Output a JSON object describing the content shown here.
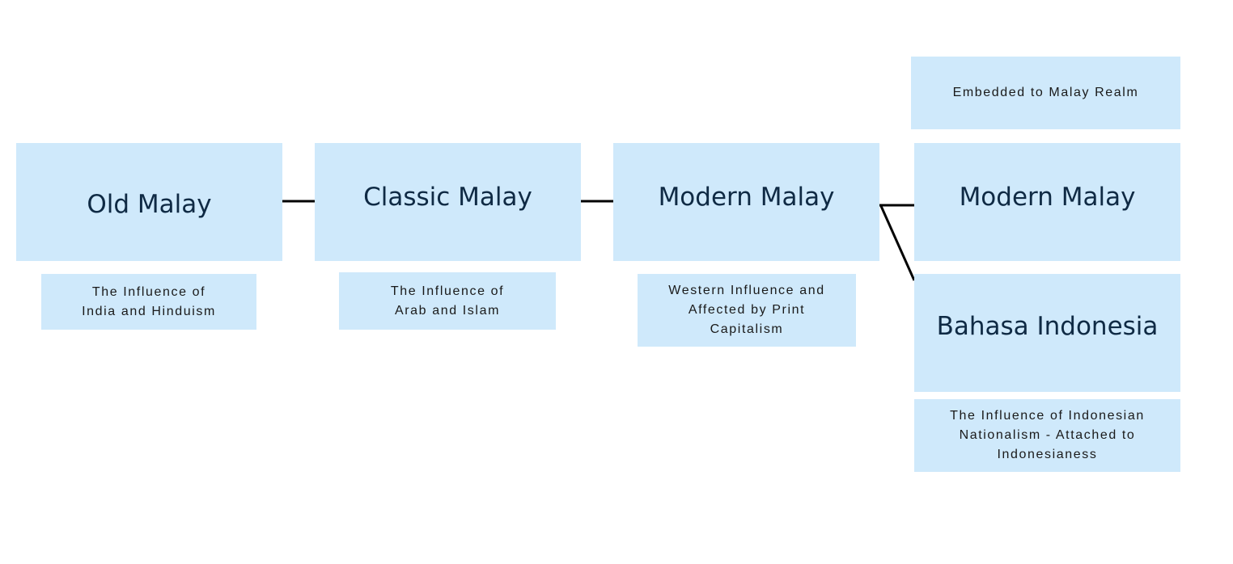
{
  "nodes": {
    "old_malay": {
      "label": "Old Malay"
    },
    "classic_malay": {
      "label": "Classic Malay"
    },
    "modern_malay": {
      "label": "Modern Malay"
    },
    "modern_malay_branch": {
      "label": "Modern Malay"
    },
    "bahasa_indonesia": {
      "label": "Bahasa Indonesia"
    }
  },
  "notes": {
    "old_malay": {
      "lines": [
        "The Influence of",
        "India and Hinduism"
      ]
    },
    "classic_malay": {
      "lines": [
        "The Influence of",
        "Arab and Islam"
      ]
    },
    "modern_malay": {
      "lines": [
        "Western Influence and",
        "Affected by Print",
        "Capitalism"
      ]
    },
    "modern_malay_branch": {
      "lines": [
        "Embedded to Malay Realm"
      ]
    },
    "bahasa_indonesia": {
      "lines": [
        "The Influence of Indonesian",
        "Nationalism - Attached to",
        "Indonesianess"
      ]
    }
  },
  "colors": {
    "box_fill": "#cfe9fb",
    "title_text": "#0f2a44",
    "connector": "#000000"
  }
}
